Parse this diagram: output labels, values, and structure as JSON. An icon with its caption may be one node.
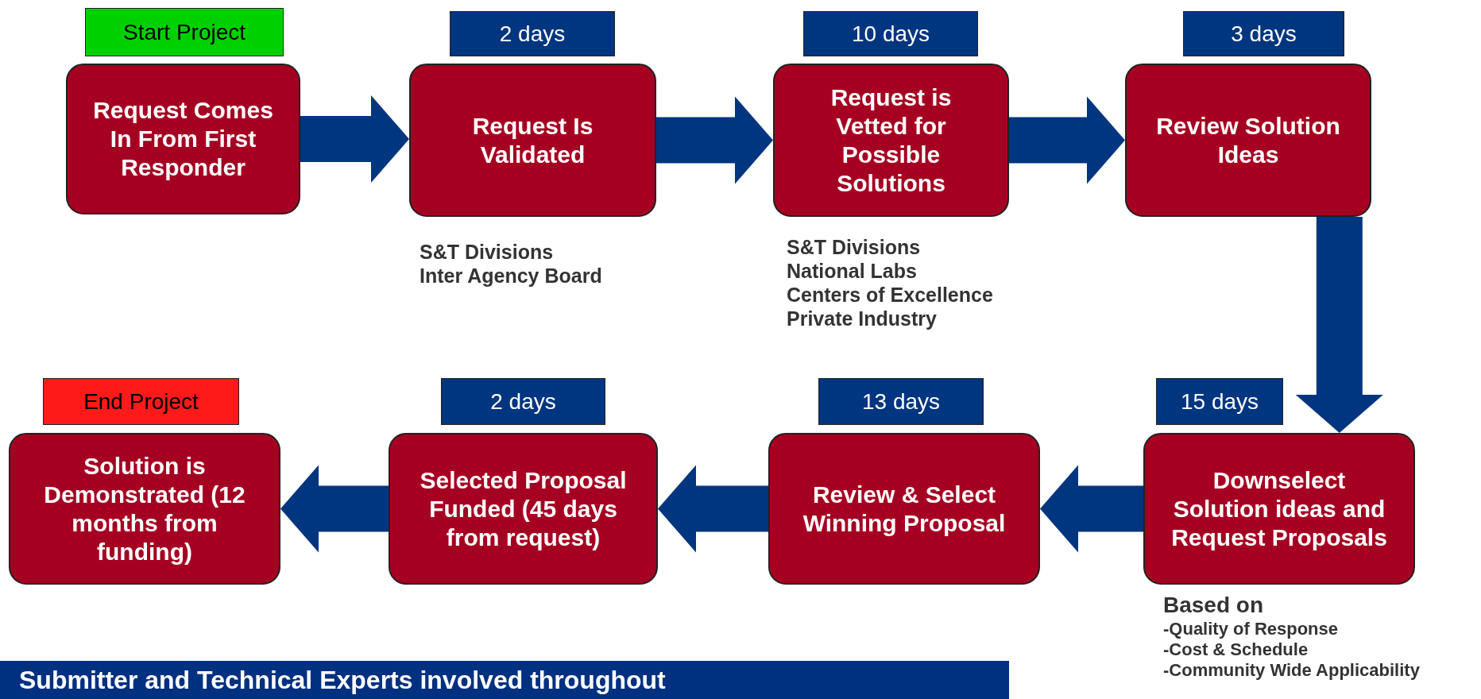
{
  "diagram": {
    "nodes": [
      {
        "text": [
          "Start Project"
        ]
      },
      {
        "text": [
          "Request Comes In From First Responder"
        ]
      },
      {
        "text": [
          "2 days"
        ]
      },
      {
        "text": [
          "Request Is Validated"
        ],
        "beside": [
          "S&T Divisions",
          "Inter Agency Board"
        ]
      },
      {
        "text": [
          "10 days"
        ]
      },
      {
        "text": [
          "Request is Vetted for Possible Solutions"
        ],
        "beside": [
          "S&T Divisions",
          "National Labs",
          "Centers of Excellence",
          "Private Industry"
        ]
      },
      {
        "text": [
          "3 days"
        ]
      },
      {
        "text": [
          "Review Solution Ideas"
        ]
      },
      {
        "text": [
          "End Project"
        ]
      },
      {
        "text": [
          "Solution is Demonstrated (12 months from funding)"
        ]
      },
      {
        "text": [
          "2 days"
        ]
      },
      {
        "text": [
          "Selected Proposal Funded (45 days from request)"
        ]
      },
      {
        "text": [
          "13 days"
        ]
      },
      {
        "text": [
          "Review & Select Winning Proposal"
        ]
      },
      {
        "text": [
          "15 days"
        ]
      },
      {
        "text": [
          "Downselect Solution ideas and Request Proposals"
        ],
        "beside": [
          "Based on",
          "-Quality of Response",
          "-Cost & Schedule",
          "-Community Wide Applicability"
        ]
      },
      {
        "text": [
          "Submitter and Technical Experts involved throughout"
        ]
      }
    ],
    "edges": [
      {
        "from": 1,
        "to": 3,
        "arrow": "to"
      },
      {
        "from": 3,
        "to": 5,
        "arrow": "to"
      },
      {
        "from": 5,
        "to": 7,
        "arrow": "to"
      },
      {
        "from": 7,
        "to": 15,
        "arrow": "to"
      },
      {
        "from": 15,
        "to": 13,
        "arrow": "to"
      },
      {
        "from": 13,
        "to": 11,
        "arrow": "to"
      },
      {
        "from": 11,
        "to": 9,
        "arrow": "to"
      }
    ]
  }
}
